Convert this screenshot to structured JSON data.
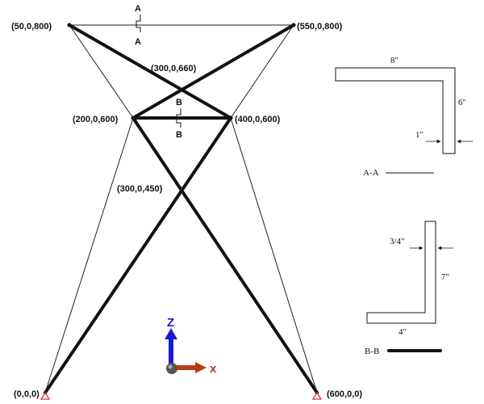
{
  "nodes": {
    "top_left": "(50,0,800)",
    "top_right": "(550,0,800)",
    "upper_cross": "(300,0,660)",
    "mid_left": "(200,0,600)",
    "mid_right": "(400,0,600)",
    "lower_cross": "(300,0,450)",
    "base_left": "(0,0,0)",
    "base_right": "(600,0,0)"
  },
  "section_markers": {
    "a_top": "A",
    "a_bottom": "A",
    "b_top": "B",
    "b_bottom": "B"
  },
  "section_aa": {
    "title": "A-A",
    "width_label": "8\"",
    "height_label": "6\"",
    "thickness_label": "1\""
  },
  "section_bb": {
    "title": "B-B",
    "width_label": "4\"",
    "height_label": "7\"",
    "thickness_label": "3/4\""
  },
  "axes": {
    "z_label": "Z",
    "x_label": "x",
    "z_color": "#1a1ad6",
    "x_color": "#b83a1a"
  },
  "colors": {
    "member": "#111111",
    "support": "#e03030"
  }
}
